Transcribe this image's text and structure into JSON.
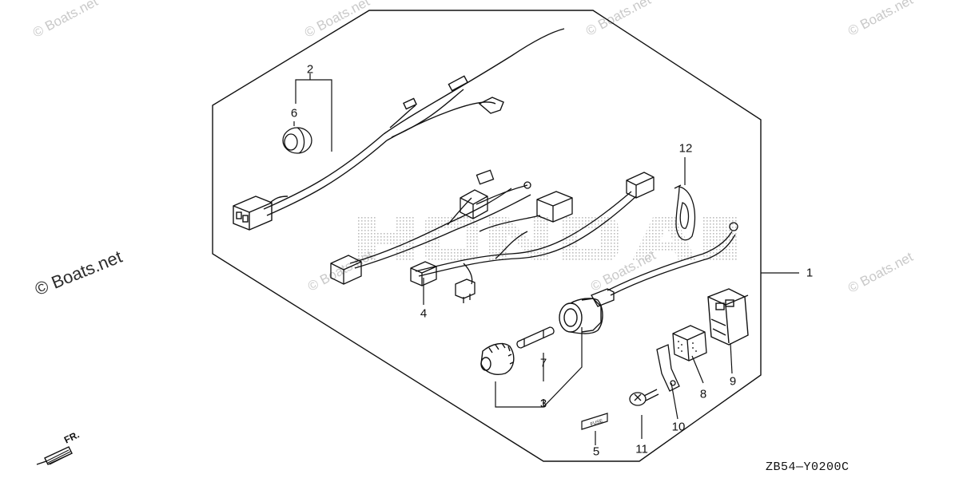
{
  "watermarks": {
    "small": "© Boats.net",
    "large": "© Boats.net"
  },
  "callouts": {
    "c1": "1",
    "c2": "2",
    "c3": "3",
    "c4": "4",
    "c5": "5",
    "c6": "6",
    "c7": "7",
    "c8": "8",
    "c9": "9",
    "c10": "10",
    "c11": "11",
    "c12": "12"
  },
  "diagram_code": "ZB54—Y0200C",
  "direction_label": "FR.",
  "fuse_label": "FUSE",
  "colors": {
    "ink": "#111111",
    "watermark": "#c9c9c9",
    "honda_dots": "#bdbdbd"
  }
}
